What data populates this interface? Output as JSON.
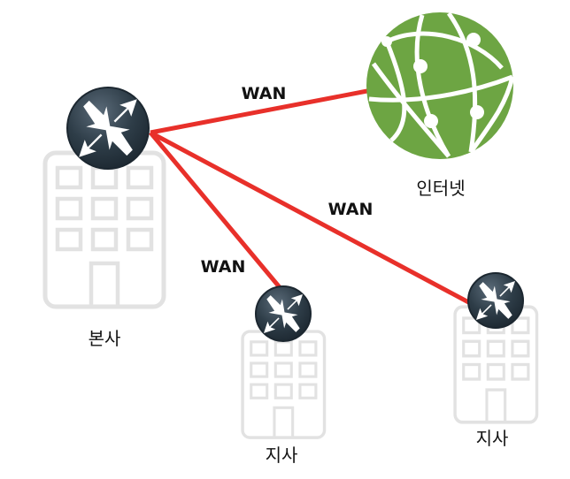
{
  "nodes": {
    "hq": {
      "label": "본사",
      "icon": "router-icon"
    },
    "internet": {
      "label": "인터넷",
      "icon": "globe-icon"
    },
    "branch1": {
      "label": "지사",
      "icon": "router-icon"
    },
    "branch2": {
      "label": "지사",
      "icon": "router-icon"
    }
  },
  "links": [
    {
      "from": "hq",
      "to": "internet",
      "label": "WAN"
    },
    {
      "from": "hq",
      "to": "branch2",
      "label": "WAN"
    },
    {
      "from": "hq",
      "to": "branch1",
      "label": "WAN"
    }
  ],
  "colors": {
    "link": "#e8302a",
    "building": "#e2e2e2",
    "router": "#2e3d48",
    "globe": "#6da543"
  }
}
